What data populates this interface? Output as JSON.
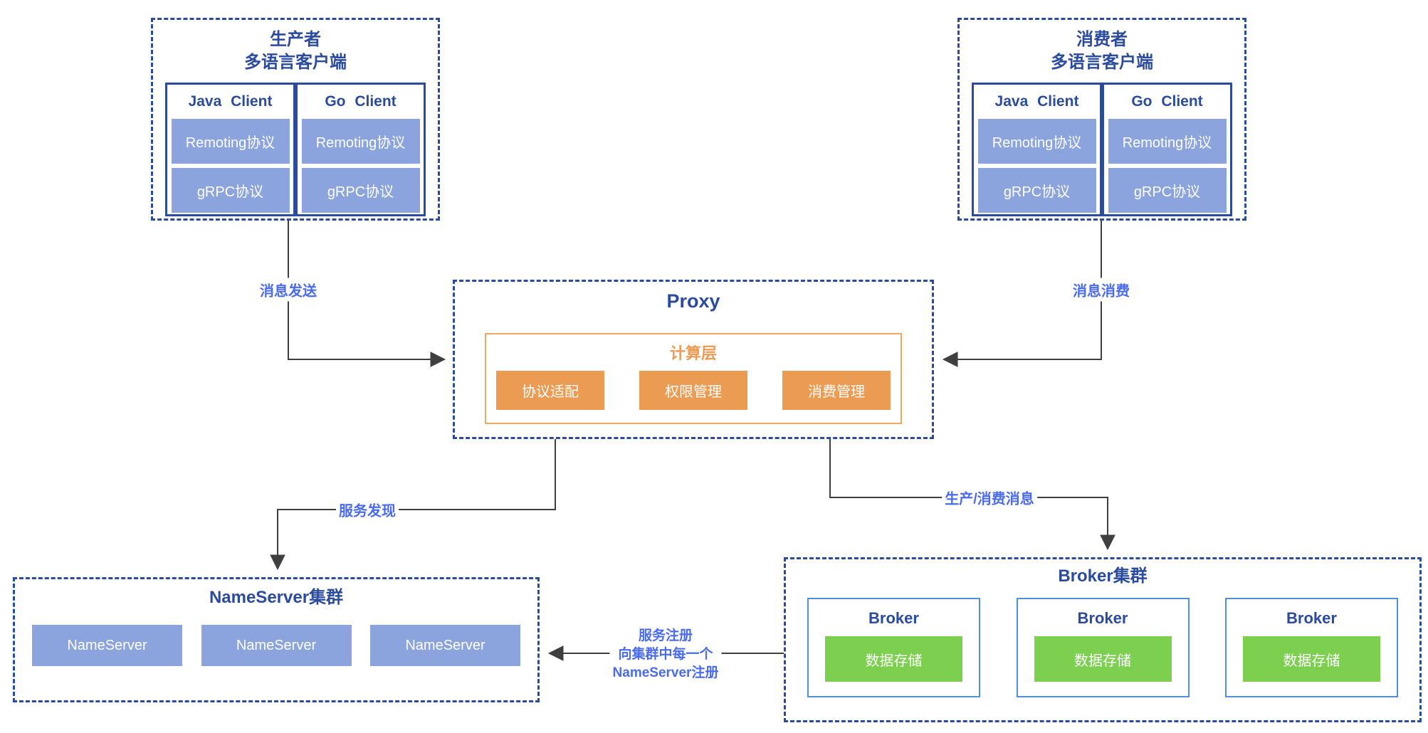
{
  "colors": {
    "navy": "#2B4B9E",
    "bright_blue_label": "#4A6BEE",
    "periwinkle_fill": "#8CA4DD",
    "orange_fill": "#EC9B52",
    "orange_border": "#F0A85E",
    "green_fill": "#7DD04F",
    "broker_border": "#4E90D9",
    "connector_gray": "#3F3F3F"
  },
  "producer": {
    "title_line1": "生产者",
    "title_line2": "多语言客户端",
    "clients": [
      {
        "name": "Java Client",
        "protocols": [
          "Remoting协议",
          "gRPC协议"
        ]
      },
      {
        "name": "Go Client",
        "protocols": [
          "Remoting协议",
          "gRPC协议"
        ]
      }
    ]
  },
  "consumer": {
    "title_line1": "消费者",
    "title_line2": "多语言客户端",
    "clients": [
      {
        "name": "Java Client",
        "protocols": [
          "Remoting协议",
          "gRPC协议"
        ]
      },
      {
        "name": "Go Client",
        "protocols": [
          "Remoting协议",
          "gRPC协议"
        ]
      }
    ]
  },
  "proxy": {
    "title": "Proxy",
    "compute_layer": {
      "title": "计算层",
      "modules": [
        "协议适配",
        "权限管理",
        "消费管理"
      ]
    }
  },
  "nameserver_cluster": {
    "title": "NameServer集群",
    "nodes": [
      "NameServer",
      "NameServer",
      "NameServer"
    ]
  },
  "broker_cluster": {
    "title": "Broker集群",
    "brokers": [
      {
        "name": "Broker",
        "storage": "数据存储"
      },
      {
        "name": "Broker",
        "storage": "数据存储"
      },
      {
        "name": "Broker",
        "storage": "数据存储"
      }
    ]
  },
  "edges": {
    "send": "消息发送",
    "consume": "消息消费",
    "discovery": "服务发现",
    "produce_consume": "生产/消费消息",
    "register_line1": "服务注册",
    "register_line2": "向集群中每一个",
    "register_line3": "NameServer注册"
  }
}
